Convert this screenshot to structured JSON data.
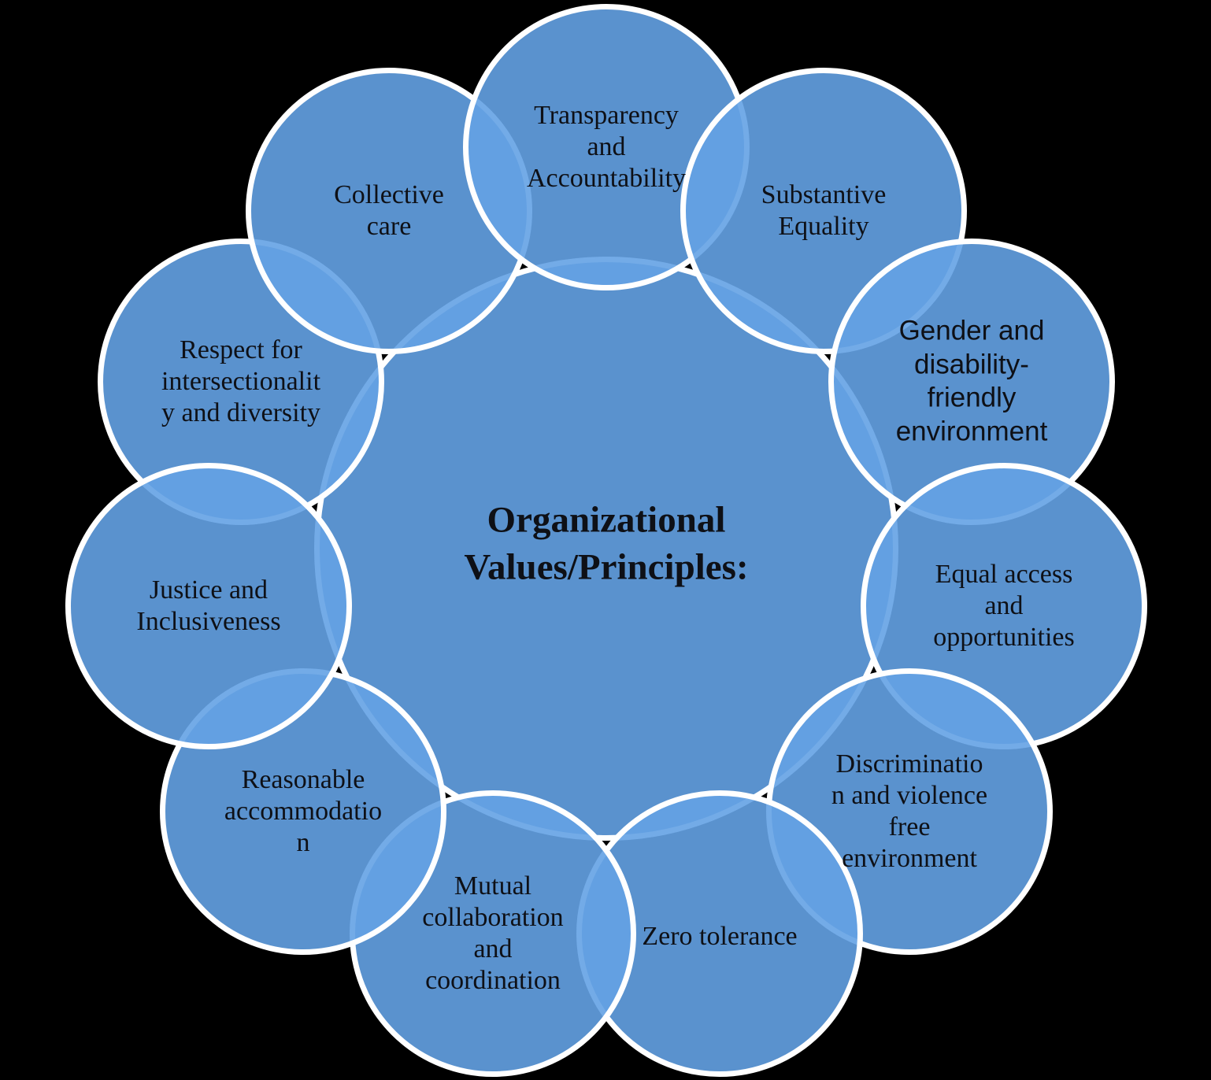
{
  "diagram": {
    "type": "radial-circle-diagram",
    "background": "#000000",
    "colors": {
      "circle_fill": "#5B9BD5",
      "circle_border": "#FFFFFF",
      "overlap_tint": "#A9C6E5",
      "text": "#0E1016"
    },
    "center": {
      "label": "Organizational Values/Principles:",
      "lines": "Organizational\nValues/Principles:"
    },
    "petals": [
      {
        "id": "transparency-accountability",
        "label": "Transparency and Accountability",
        "lines": "Transparency\nand\nAccountability"
      },
      {
        "id": "substantive-equality",
        "label": "Substantive Equality",
        "lines": "Substantive\nEquality"
      },
      {
        "id": "gender-disability-friendly-environment",
        "label": "Gender and disability-friendly environment",
        "lines": "Gender and\ndisability-\nfriendly\nenvironment"
      },
      {
        "id": "equal-access-opportunities",
        "label": "Equal access and opportunities",
        "lines": "Equal access\nand\nopportunities"
      },
      {
        "id": "discrimination-violence-free-environment",
        "label": "Discrimination and violence free environment",
        "lines": "Discriminatio\nn and violence\nfree\nenvironment"
      },
      {
        "id": "zero-tolerance",
        "label": "Zero tolerance",
        "lines": "Zero tolerance"
      },
      {
        "id": "mutual-collaboration-coordination",
        "label": "Mutual collaboration and coordination",
        "lines": "Mutual\ncollaboration\nand\ncoordination"
      },
      {
        "id": "reasonable-accommodation",
        "label": "Reasonable accommodation",
        "lines": "Reasonable\naccommodatio\nn"
      },
      {
        "id": "justice-inclusiveness",
        "label": "Justice and Inclusiveness",
        "lines": "Justice and\nInclusiveness"
      },
      {
        "id": "respect-intersectionality-diversity",
        "label": "Respect for intersectionality and diversity",
        "lines": "Respect for\nintersectionalit\ny and diversity"
      },
      {
        "id": "collective-care",
        "label": "Collective care",
        "lines": "Collective\ncare"
      }
    ]
  }
}
